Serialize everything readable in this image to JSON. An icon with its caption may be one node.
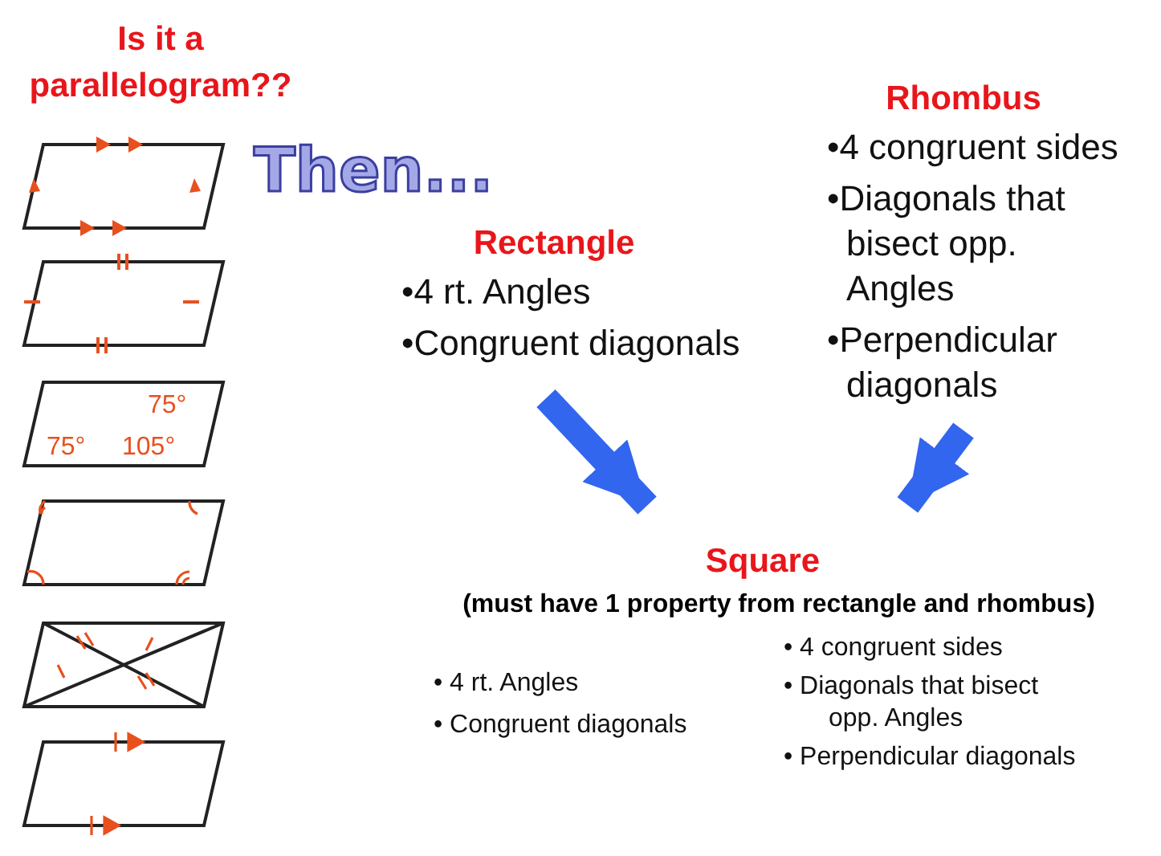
{
  "diagram": {
    "title": "Is it a parallelogram??",
    "nodes": [
      {
        "text": [
          "Rectangle",
          "•4 rt. Angles",
          "•Congruent diagonals"
        ]
      },
      {
        "text": [
          "Rhombus",
          "•4 congruent sides",
          "•Diagonals that bisect opp. Angles",
          "•Perpendicular diagonals"
        ]
      },
      {
        "text": [
          "Square",
          "(must have 1 property from rectangle and rhombus)",
          "• 4 rt. Angles",
          "• Congruent diagonals",
          "• 4 congruent sides",
          "• Diagonals that bisect opp. Angles",
          "• Perpendicular diagonals"
        ]
      }
    ],
    "edges": [
      {
        "from": 0,
        "to": 2,
        "arrow": "to"
      },
      {
        "from": 1,
        "to": 2,
        "arrow": "to"
      }
    ],
    "labels": [
      "Then...",
      "75°",
      "75°",
      "105°"
    ]
  }
}
